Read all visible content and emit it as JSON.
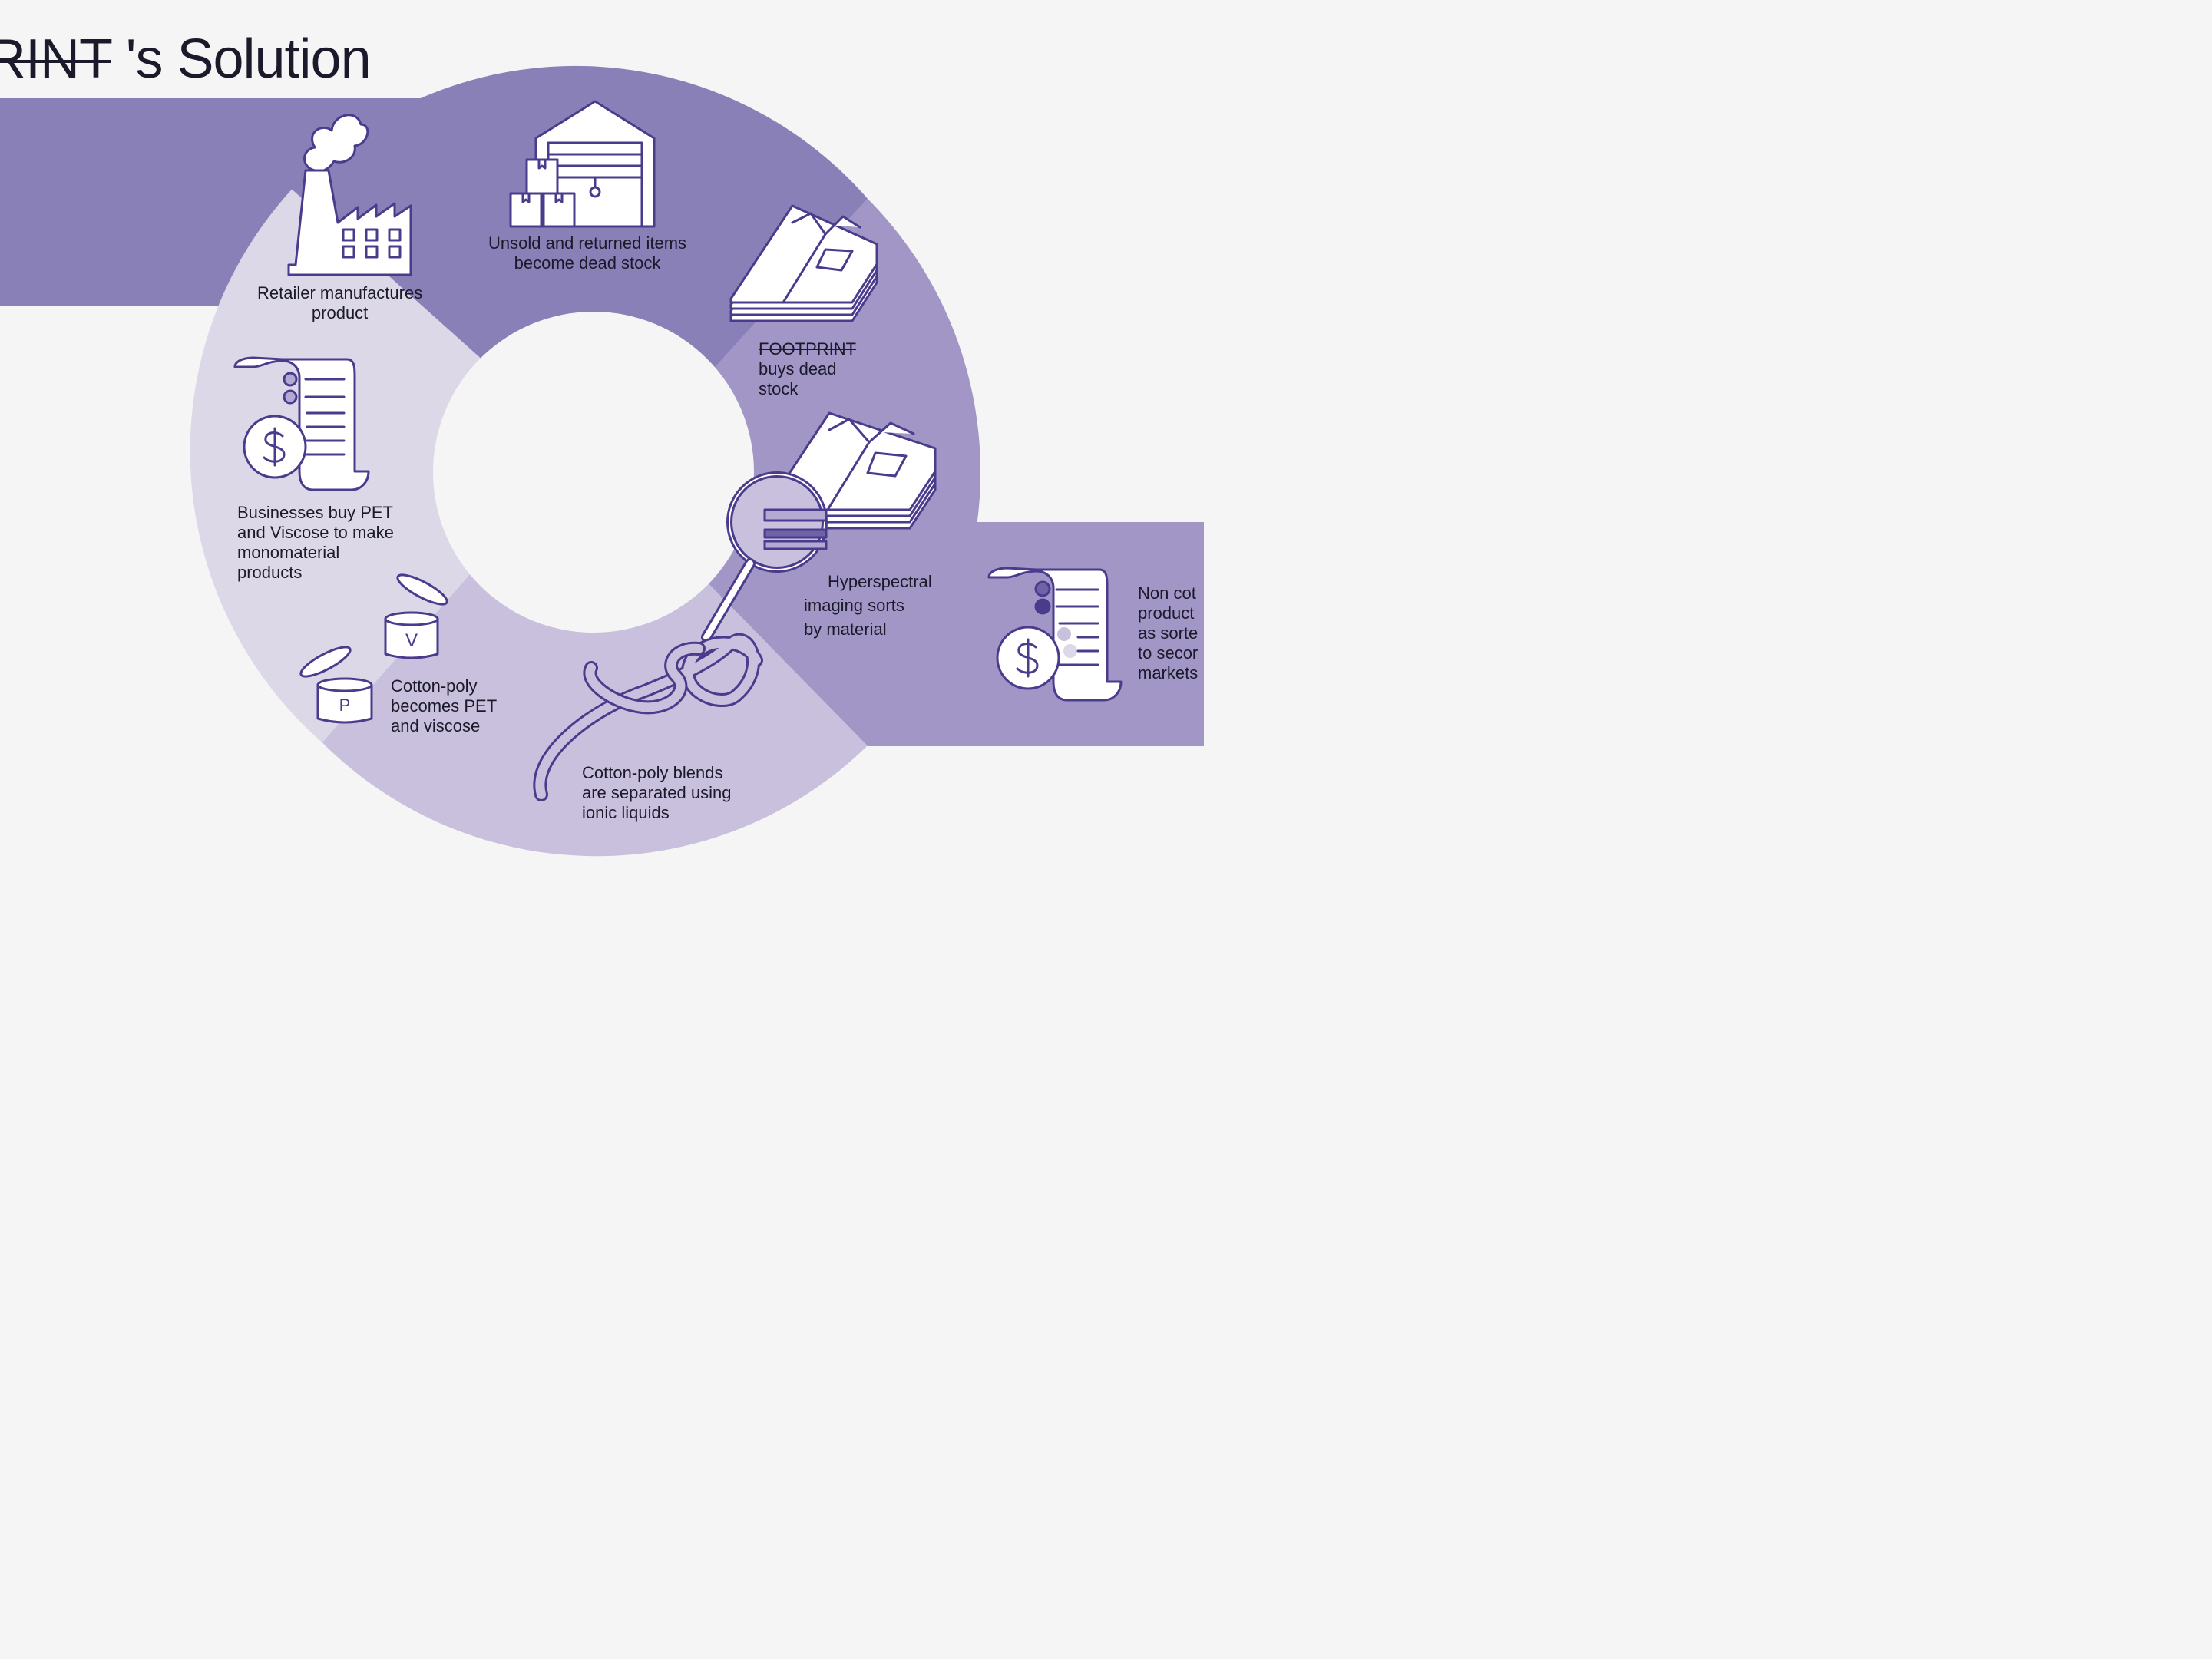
{
  "title": {
    "brand": "RINT",
    "rest": " 's Solution"
  },
  "colors": {
    "dark": "#8a80b8",
    "mid": "#a196c6",
    "light": "#c9c0dd",
    "lighter": "#ddd8e8",
    "line": "#4a3b8c",
    "bg": "#f5f5f5"
  },
  "steps": [
    {
      "id": "manufacture",
      "icon": "factory-icon",
      "lines": [
        "Retailer manufactures",
        "product"
      ]
    },
    {
      "id": "dead-stock",
      "icon": "warehouse-icon",
      "lines": [
        "Unsold and returned items",
        "become dead stock"
      ]
    },
    {
      "id": "buys",
      "icon": "folded-shirts-icon",
      "brand": "FOOTPRINT",
      "lines": [
        "buys dead",
        "stock"
      ]
    },
    {
      "id": "imaging",
      "icon": "magnifier-shirts-icon",
      "lines": [
        "Hyperspectral",
        "imaging sorts",
        "by material"
      ]
    },
    {
      "id": "separation",
      "icon": "ionic-strand-icon",
      "lines": [
        "Cotton-poly blends",
        "are separated using",
        "ionic liquids"
      ]
    },
    {
      "id": "conversion",
      "icon": "material-jars-icon",
      "jar_letters": [
        "V",
        "P"
      ],
      "lines": [
        "Cotton-poly",
        "becomes PET",
        "and viscose"
      ]
    },
    {
      "id": "purchase",
      "icon": "receipt-dollar-icon",
      "lines": [
        "Businesses buy PET",
        "and Viscose to make",
        "monomaterial",
        "products"
      ]
    },
    {
      "id": "secondary",
      "icon": "receipt-dollar-icon",
      "lines": [
        "Non cot",
        "product",
        "as sorte",
        "to secor",
        "markets"
      ]
    }
  ]
}
